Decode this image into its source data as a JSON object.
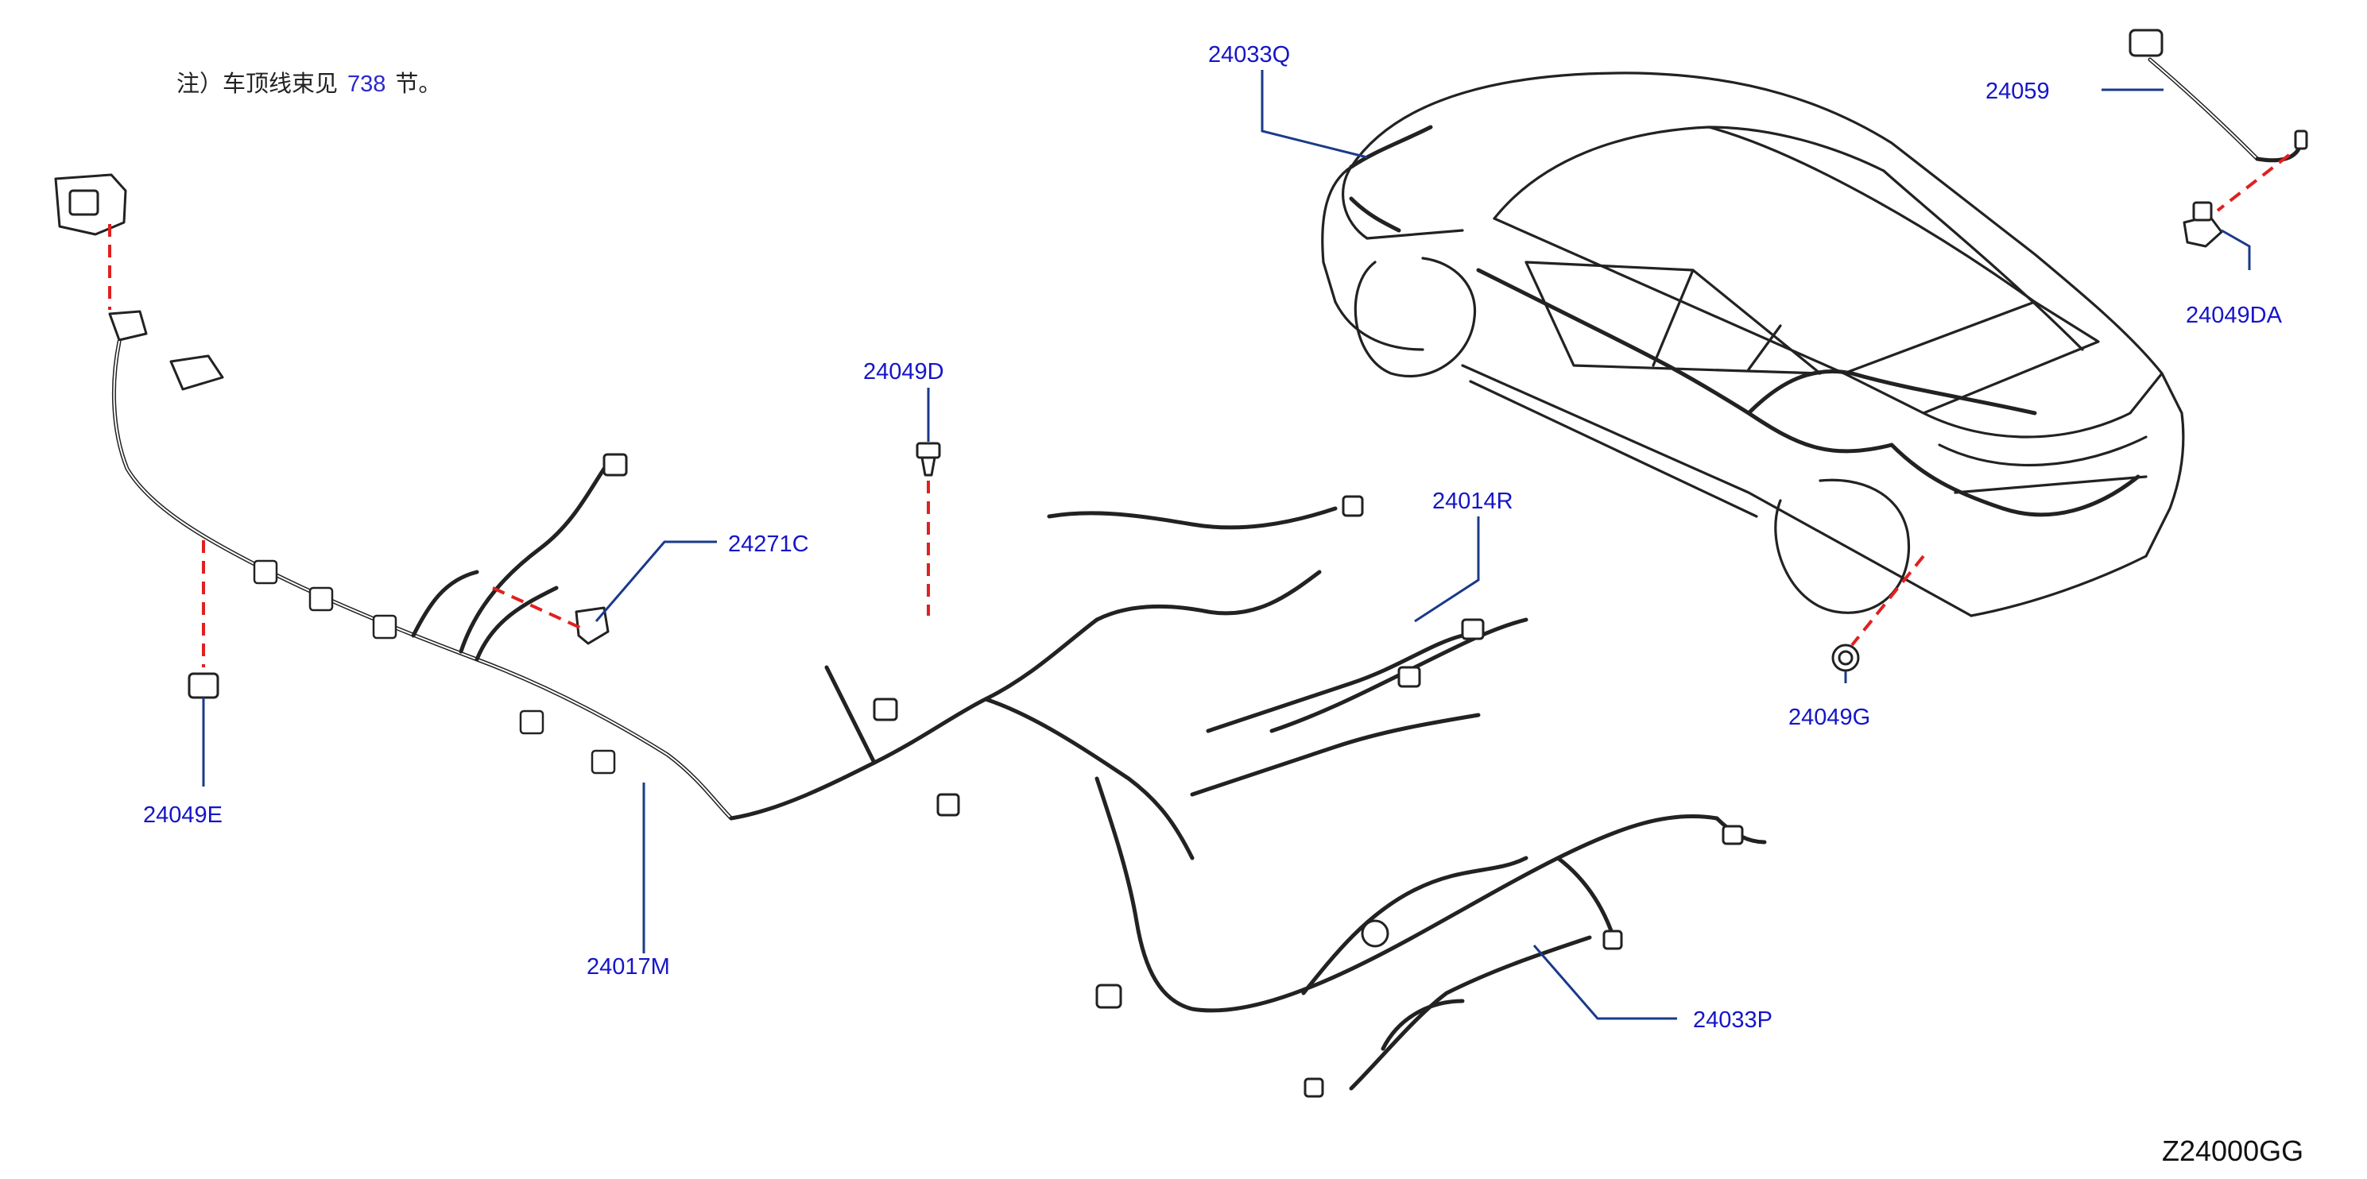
{
  "note": {
    "prefix": "注）车顶线束见",
    "section_ref": "738",
    "suffix": "节。"
  },
  "diagram_id": "Z24000GG",
  "colors": {
    "callout_text": "#1515c9",
    "leader_line": "#1a3a8a",
    "dashed_guide": "#e02020",
    "line_art": "#222222"
  },
  "callouts": {
    "c_24033Q": "24033Q",
    "c_24059": "24059",
    "c_24049DA": "24049DA",
    "c_24049D": "24049D",
    "c_24014R": "24014R",
    "c_24271C": "24271C",
    "c_24049G": "24049G",
    "c_24049E": "24049E",
    "c_24017M": "24017M",
    "c_24033P": "24033P"
  }
}
